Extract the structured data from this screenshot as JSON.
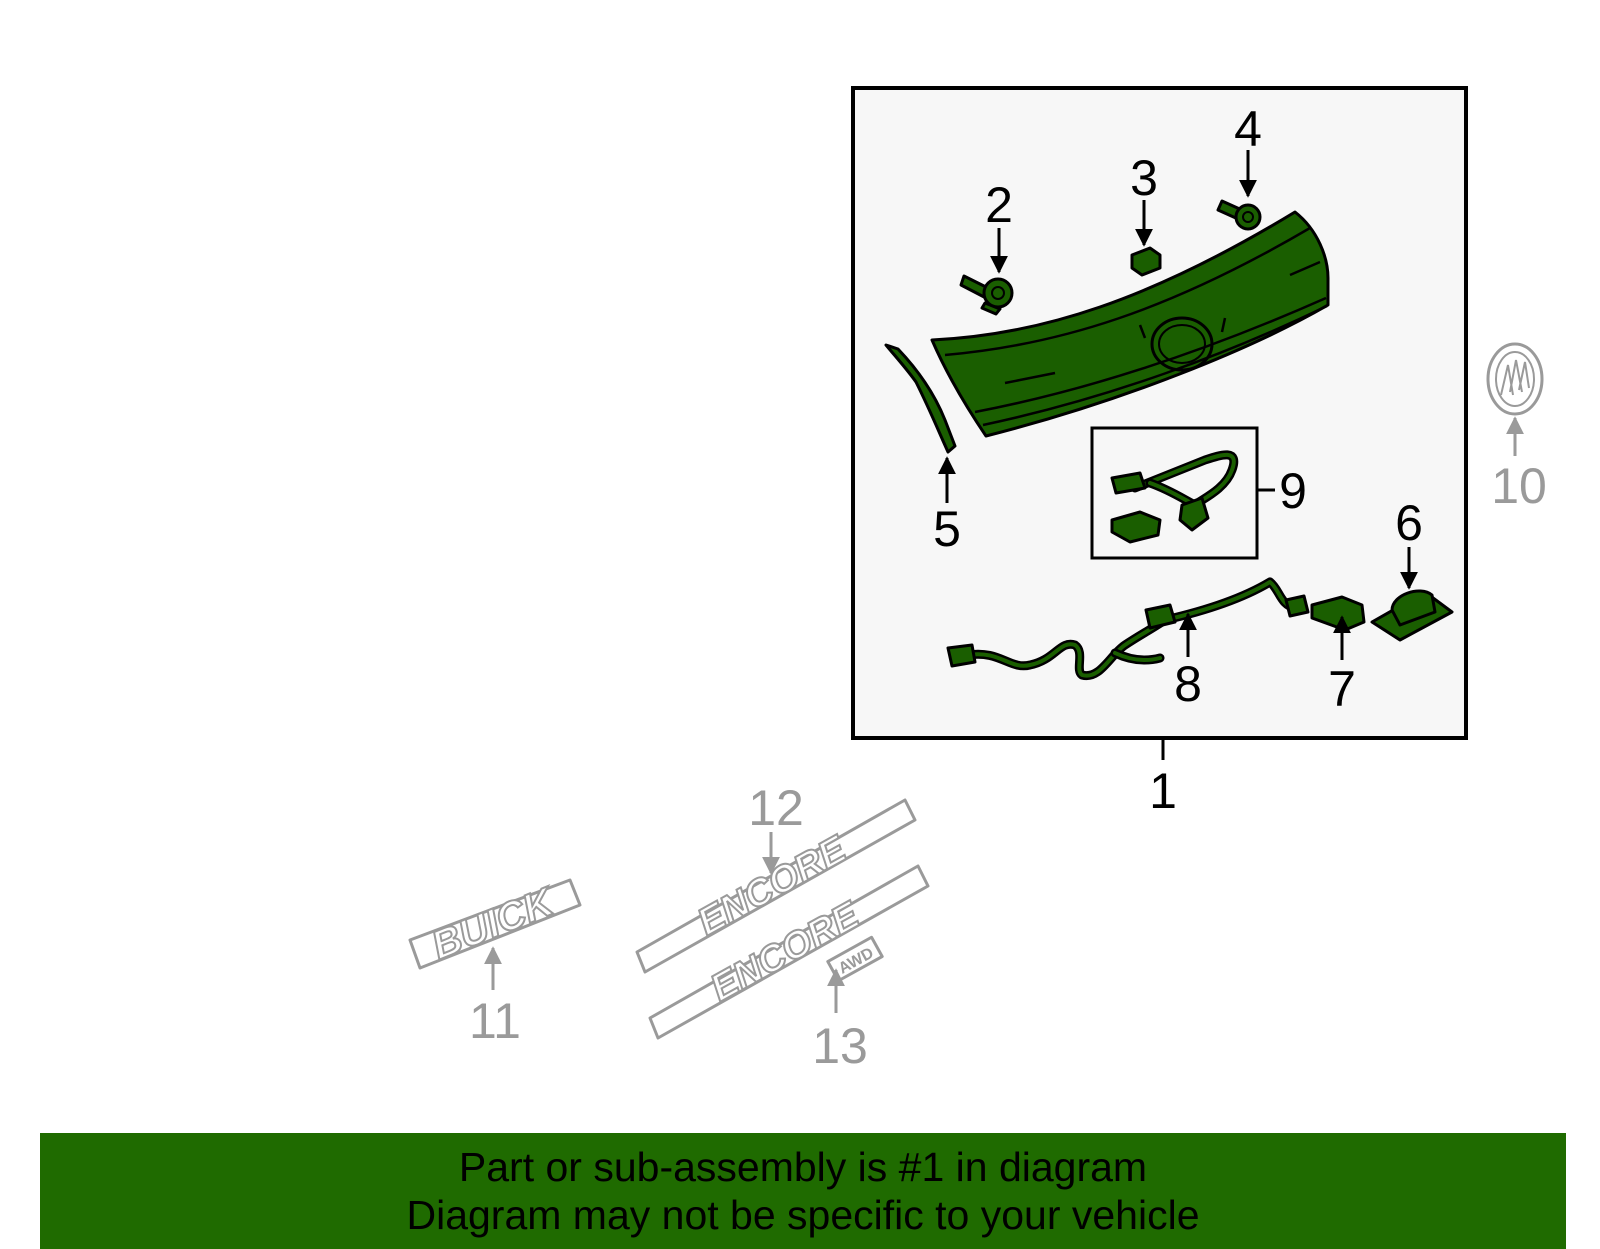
{
  "callouts": [
    {
      "id": "1",
      "text": "1"
    },
    {
      "id": "2",
      "text": "2"
    },
    {
      "id": "3",
      "text": "3"
    },
    {
      "id": "4",
      "text": "4"
    },
    {
      "id": "5",
      "text": "5"
    },
    {
      "id": "6",
      "text": "6"
    },
    {
      "id": "7",
      "text": "7"
    },
    {
      "id": "8",
      "text": "8"
    },
    {
      "id": "9",
      "text": "9"
    },
    {
      "id": "10",
      "text": "10"
    },
    {
      "id": "11",
      "text": "11"
    },
    {
      "id": "12",
      "text": "12"
    },
    {
      "id": "13",
      "text": "13"
    }
  ],
  "emblems": {
    "buick": "BUICK",
    "encore": "ENCORE",
    "awd": "AWD"
  },
  "footer": {
    "line1": "Part or sub-assembly is #1 in diagram",
    "line2": "Diagram may not be specific to your vehicle"
  },
  "colors": {
    "part_green": "#1a5e00",
    "footer_green": "#1f6b00",
    "secondary_gray": "#9a9a9a"
  }
}
